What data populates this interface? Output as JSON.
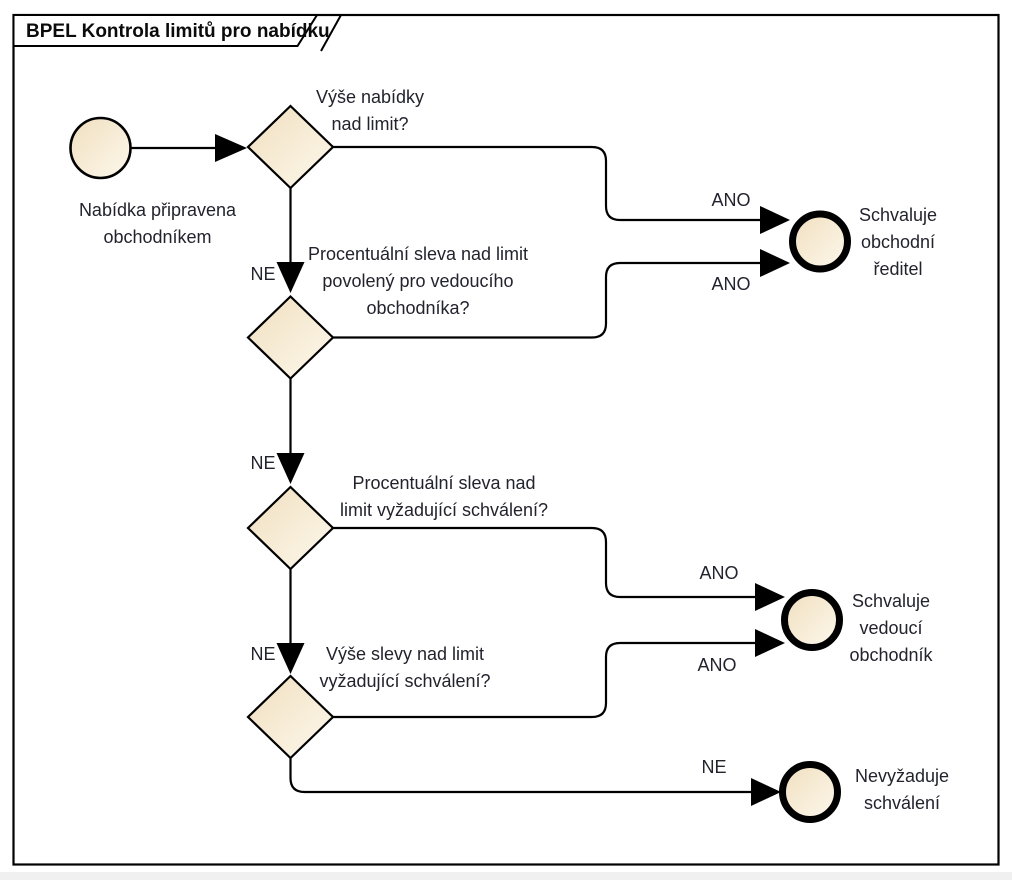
{
  "frame": {
    "title": "BPEL Kontrola limitů pro nabídku"
  },
  "colors": {
    "line": "#000000",
    "text": "#23232E",
    "shape_fill_dark": "#F0DFBF",
    "shape_fill_light": "#FDF8EC",
    "background": "#FFFFFF"
  },
  "nodes": {
    "start": {
      "type": "start-event",
      "line1": "Nabídka připravena",
      "line2": "obchodníkem"
    },
    "d1": {
      "type": "decision",
      "line1": "Výše nabídky",
      "line2": "nad limit?"
    },
    "d2": {
      "type": "decision",
      "line1": "Procentuální sleva nad limit",
      "line2": "povolený pro vedoucího",
      "line3": "obchodníka?"
    },
    "d3": {
      "type": "decision",
      "line1": "Procentuální sleva nad",
      "line2": "limit vyžadující schválení?"
    },
    "d4": {
      "type": "decision",
      "line1": "Výše slevy nad limit",
      "line2": "vyžadující schválení?"
    },
    "end1": {
      "type": "end-event",
      "line1": "Schvaluje",
      "line2": "obchodní",
      "line3": "ředitel"
    },
    "end2": {
      "type": "end-event",
      "line1": "Schvaluje",
      "line2": "vedoucí",
      "line3": "obchodník"
    },
    "end3": {
      "type": "end-event",
      "line1": "Nevyžaduje",
      "line2": "schválení"
    }
  },
  "edges": {
    "yes_label": "ANO",
    "no_label": "NE"
  }
}
